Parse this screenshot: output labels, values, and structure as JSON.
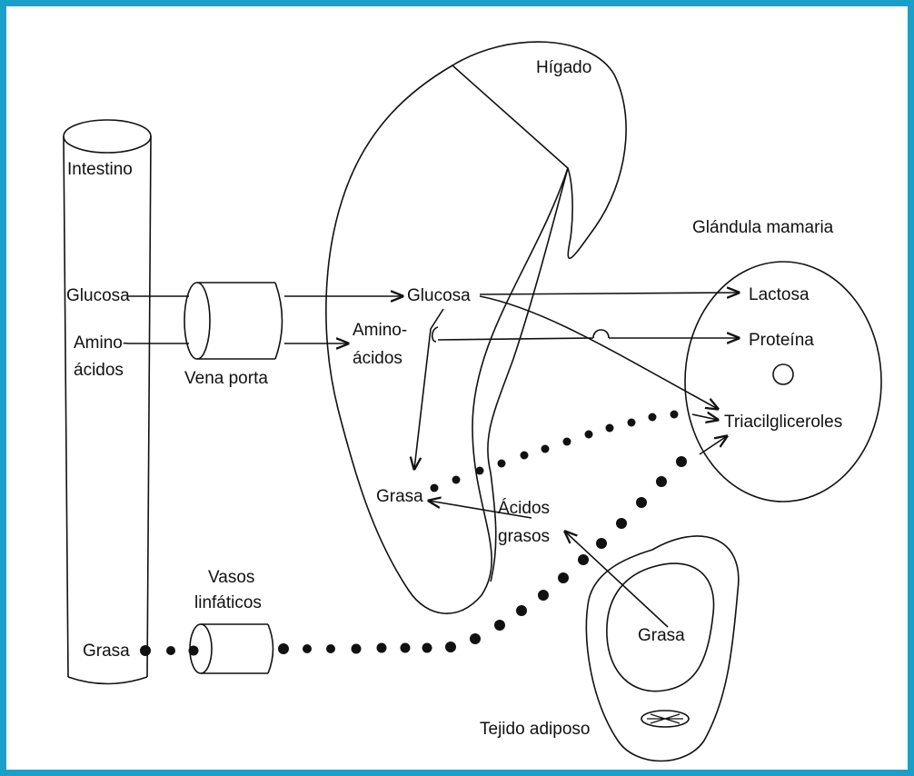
{
  "colors": {
    "frame": "#1aa0c8",
    "ink": "#111111"
  },
  "labels": {
    "higado": "Hígado",
    "intestino": "Intestino",
    "glandula": "Glándula mamaria",
    "glucosa_int": "Glucosa",
    "amino_int_1": "Amino-",
    "amino_int_2": "ácidos",
    "vena_porta": "Vena porta",
    "glucosa_liv": "Glucosa",
    "amino_liv_1": "Amino-",
    "amino_liv_2": "ácidos",
    "lactosa": "Lactosa",
    "proteina": "Proteína",
    "triacil": "Triacilgliceroles",
    "grasa_liv": "Grasa",
    "acidos_1": "Ácidos",
    "acidos_2": "grasos",
    "vasos_1": "Vasos",
    "vasos_2": "linfáticos",
    "grasa_int": "Grasa",
    "grasa_adip": "Grasa",
    "tejido": "Tejido adiposo"
  }
}
